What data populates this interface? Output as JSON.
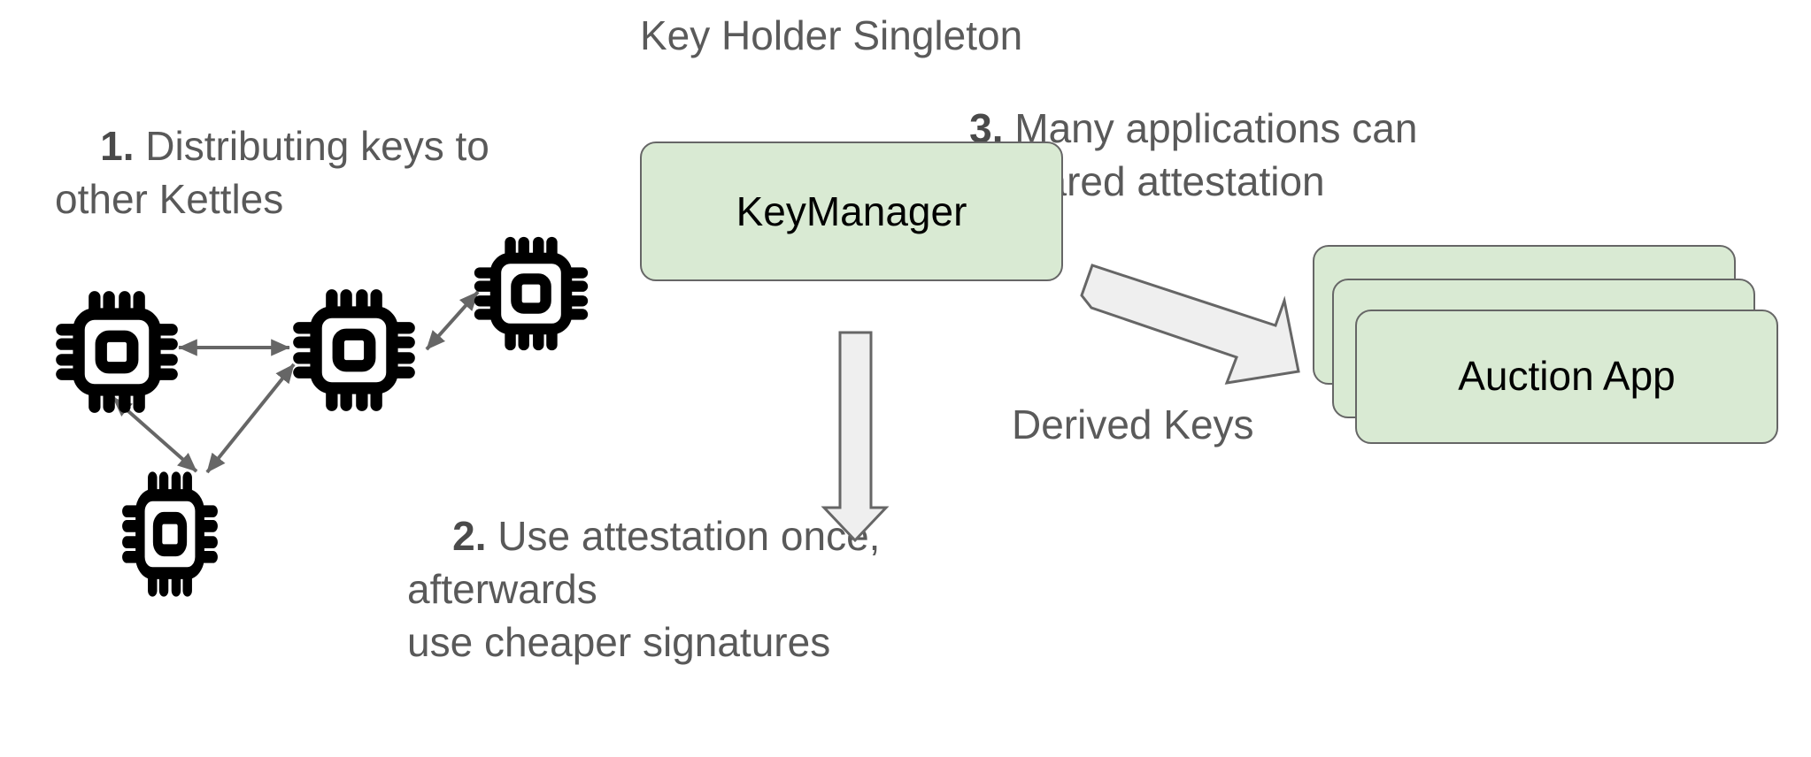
{
  "diagram": {
    "title": "Key Holder Singleton",
    "annotations": [
      {
        "id": "note-1",
        "number": "1.",
        "text": " Distributing keys to\nother Kettles"
      },
      {
        "id": "note-2",
        "number": "2.",
        "text": " Use attestation once, afterwards\nuse cheaper signatures"
      },
      {
        "id": "note-3",
        "number": "3.",
        "text": " Many applications can\nuse shared attestation"
      }
    ],
    "nodes": [
      {
        "id": "key-manager",
        "label": "KeyManager",
        "shape": "rounded-rect",
        "fill": "#d9ead3",
        "stroke": "#666666"
      },
      {
        "id": "auction-app",
        "label": "Auction App",
        "shape": "stacked-rounded-rect",
        "stack_count": 3,
        "fill": "#d9ead3",
        "stroke": "#666666"
      }
    ],
    "kettles": [
      {
        "id": "kettle-left",
        "icon": "cpu-chip-icon"
      },
      {
        "id": "kettle-middle",
        "icon": "cpu-chip-icon"
      },
      {
        "id": "kettle-top-right",
        "icon": "cpu-chip-icon"
      },
      {
        "id": "kettle-bottom",
        "icon": "cpu-chip-icon"
      }
    ],
    "edges": [
      {
        "id": "edge-kettle-left-middle",
        "label": "",
        "style": "double-headed",
        "color": "#666666"
      },
      {
        "id": "edge-kettle-middle-topright",
        "label": "",
        "style": "double-headed",
        "color": "#666666"
      },
      {
        "id": "edge-kettle-left-bottom",
        "label": "",
        "style": "double-headed",
        "color": "#666666"
      },
      {
        "id": "edge-kettle-middle-bottom",
        "label": "",
        "style": "double-headed",
        "color": "#666666"
      },
      {
        "id": "edge-keymanager-down",
        "label": "",
        "style": "block-arrow",
        "fill": "#efefef",
        "stroke": "#666666"
      },
      {
        "id": "edge-keymanager-to-apps",
        "label": "Derived Keys",
        "style": "block-arrow",
        "fill": "#efefef",
        "stroke": "#666666"
      }
    ],
    "colors": {
      "box_fill": "#d9ead3",
      "box_stroke": "#666666",
      "arrow_fill": "#efefef",
      "arrow_stroke": "#666666",
      "text_gray": "#595959",
      "text_black": "#000000",
      "chip_black": "#000000",
      "background": "#ffffff"
    }
  }
}
